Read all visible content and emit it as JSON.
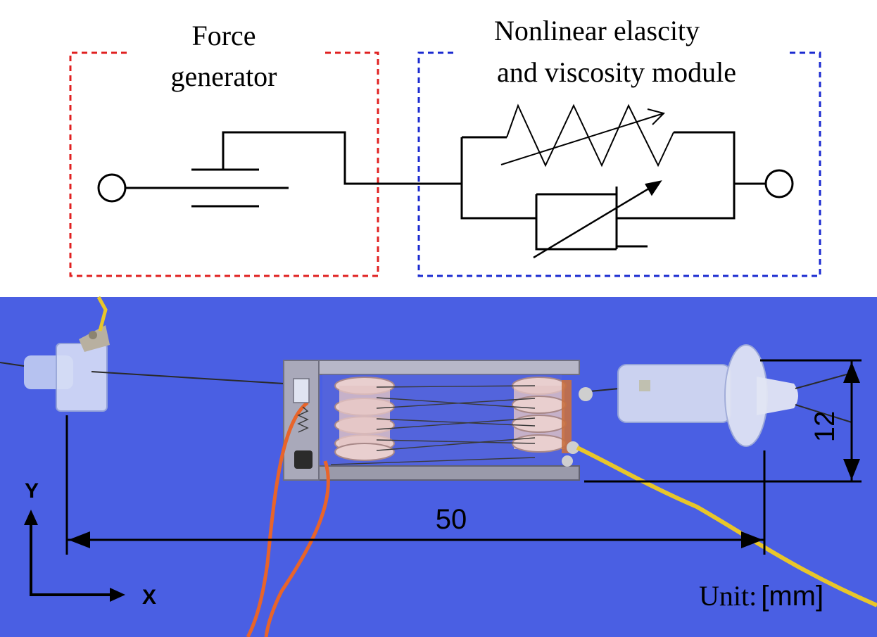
{
  "schematic": {
    "force_generator_label_line1": "Force",
    "force_generator_label_line2": "generator",
    "module_label_line1": "Nonlinear elascity",
    "module_label_line2": "and viscosity module",
    "force_box_color": "#e02020",
    "module_box_color": "#1a2ad0",
    "line_color": "#000000"
  },
  "photo": {
    "background_color": "#4a5fe3",
    "dimension_length": "50",
    "dimension_height": "12",
    "axis_y_label": "Y",
    "axis_x_label": "X",
    "unit_label_prefix": "Unit:",
    "unit_label_value": "[mm]",
    "wire_colors": {
      "yellow": "#e8c62a",
      "orange": "#e8642a",
      "gray": "#3a3a3a"
    }
  }
}
